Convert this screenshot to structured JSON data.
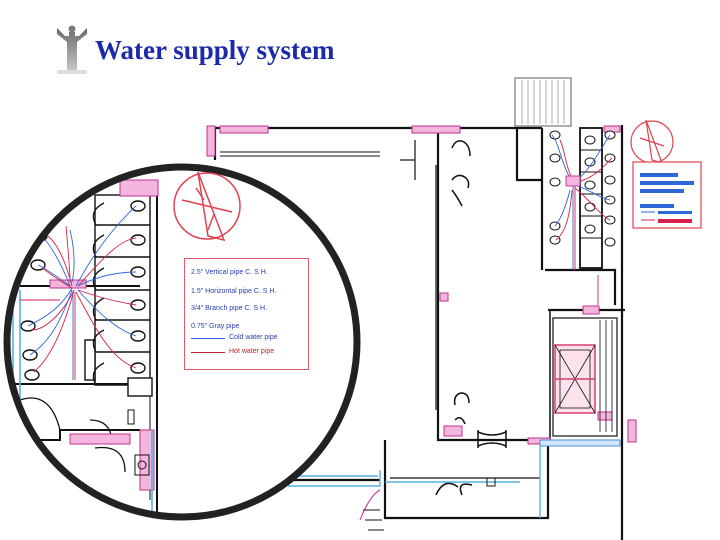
{
  "slide": {
    "title": "Water supply system",
    "logo_icon": "human-figure-logo-icon"
  },
  "legend": {
    "items": [
      {
        "label": "2.5\" Vertical pipe C. S H.",
        "kind": "text"
      },
      {
        "label": "1.5\" Horizontal pipe C. S H.",
        "kind": "text"
      },
      {
        "label": "3/4\" Branch pipe C. S H.",
        "kind": "text"
      },
      {
        "label": "0.75\" Gray pipe",
        "kind": "text"
      },
      {
        "label": "Cold water pipe",
        "kind": "swatch-blue"
      },
      {
        "label": "Hot water pipe",
        "kind": "swatch-red"
      }
    ]
  },
  "colors": {
    "title": "#1a2aa8",
    "wall": "#111111",
    "cold_pipe": "#2f66d8",
    "hot_pipe": "#d6224a",
    "magenta_wall": "#d63fa3",
    "compass": "#e0424f",
    "cyan_pipe": "#5ab0e0"
  }
}
